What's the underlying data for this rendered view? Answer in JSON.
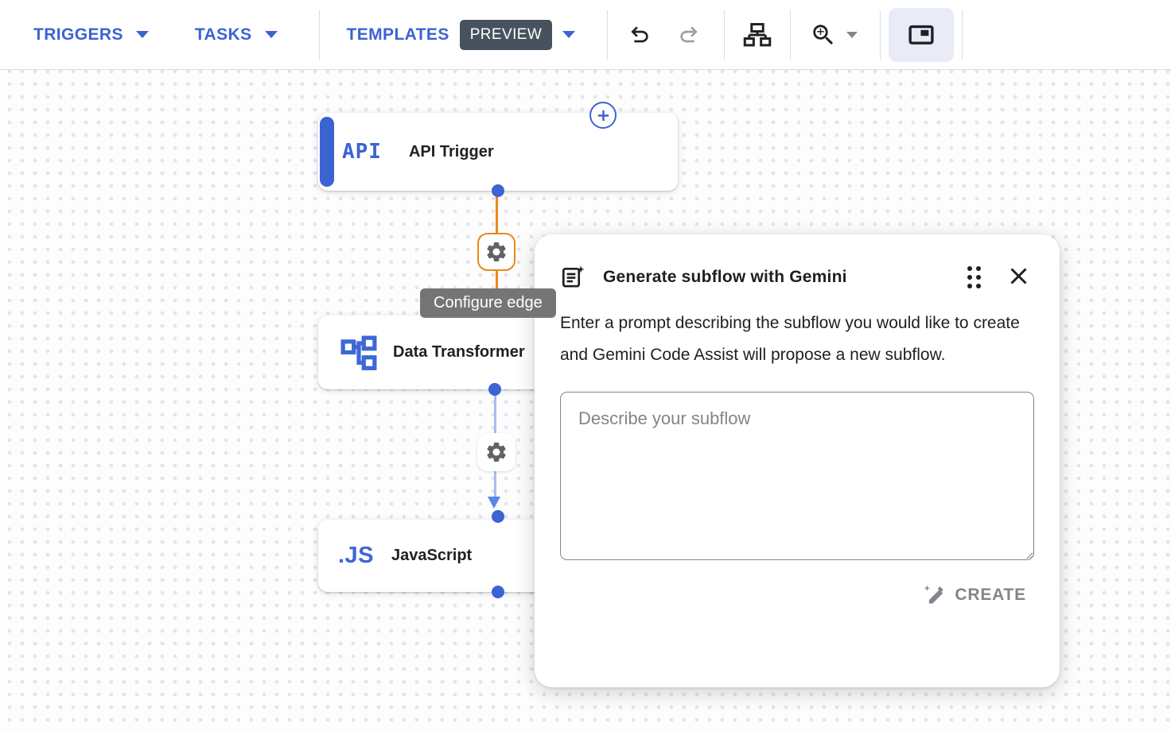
{
  "toolbar": {
    "triggers": "TRIGGERS",
    "tasks": "TASKS",
    "templates": "TEMPLATES",
    "preview_badge": "PREVIEW"
  },
  "nodes": {
    "api_trigger": {
      "badge": "API",
      "label": "API Trigger"
    },
    "data_transformer": {
      "label": "Data Transformer"
    },
    "javascript": {
      "badge": ".JS",
      "label": "JavaScript"
    }
  },
  "canvas": {
    "edge_tooltip": "Configure edge"
  },
  "dialog": {
    "title": "Generate subflow with Gemini",
    "description": "Enter a prompt describing the subflow you would like to create and Gemini Code Assist will propose a new subflow.",
    "prompt_placeholder": "Describe your subflow",
    "create_label": "CREATE"
  },
  "colors": {
    "accent_blue": "#3b63d2",
    "selected_edge_orange": "#e8891a",
    "edge_blue": "#a7bdf1",
    "preview_badge_bg": "#47525e",
    "highlighted_button_bg": "#e9ebf7",
    "tooltip_bg": "#757575",
    "disabled_gray": "#9aa0a6"
  }
}
